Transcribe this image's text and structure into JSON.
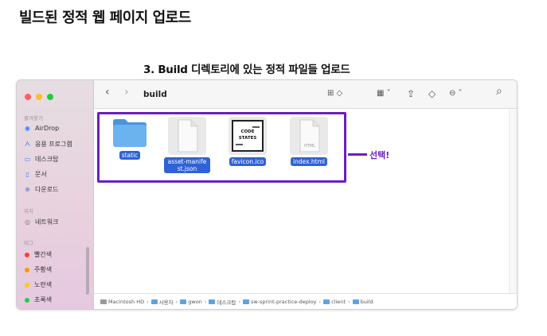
{
  "heading": "빌드된 정적 웹 페이지 업로드",
  "step_caption": "3. Build 디렉토리에 있는 정적 파일들 업로드",
  "finder": {
    "toolbar": {
      "back": "‹",
      "forward": "›",
      "folder_title": "build",
      "view_icon": "⊞ ◇",
      "group_icon": "▦ ˅",
      "share_icon": "⇪",
      "tag_icon": "◇",
      "action_icon": "⊖ ˅",
      "search_icon": "⌕"
    },
    "sidebar": {
      "favorites_label": "즐겨찾기",
      "favorites": [
        {
          "label": "AirDrop",
          "icon": "airdrop-icon"
        },
        {
          "label": "응용 프로그램",
          "icon": "applications-icon"
        },
        {
          "label": "데스크탑",
          "icon": "desktop-icon"
        },
        {
          "label": "문서",
          "icon": "document-icon"
        },
        {
          "label": "다운로드",
          "icon": "download-icon"
        }
      ],
      "locations_label": "위치",
      "locations": [
        {
          "label": "네트워크",
          "icon": "network-icon"
        }
      ],
      "tags_label": "태그",
      "tags": [
        {
          "label": "빨간색",
          "color": "#ff3b30"
        },
        {
          "label": "주황색",
          "color": "#ff9500"
        },
        {
          "label": "노란색",
          "color": "#ffcc00"
        },
        {
          "label": "초록색",
          "color": "#28cd41"
        }
      ]
    },
    "files": [
      {
        "label": "static",
        "type": "folder"
      },
      {
        "label": "asset-manifest.json",
        "type": "document"
      },
      {
        "label": "favicon.ico",
        "type": "ico",
        "thumb_text": "CODE STATES"
      },
      {
        "label": "index.html",
        "type": "html",
        "thumb_text": "HTML"
      }
    ],
    "callout": "선택!",
    "pathbar": [
      {
        "label": "Macintosh HD",
        "kind": "disk"
      },
      {
        "label": "사용자",
        "kind": "folder"
      },
      {
        "label": "gwon",
        "kind": "folder"
      },
      {
        "label": "데스크탑",
        "kind": "folder"
      },
      {
        "label": "sw-sprint-practice-deploy",
        "kind": "folder"
      },
      {
        "label": "client",
        "kind": "folder"
      },
      {
        "label": "build",
        "kind": "folder"
      }
    ],
    "pathbar_separator": "›"
  },
  "colors": {
    "selection": "#6a1fbf",
    "file_label_bg": "#2f62d6",
    "folder_blue": "#5aa4e6"
  }
}
